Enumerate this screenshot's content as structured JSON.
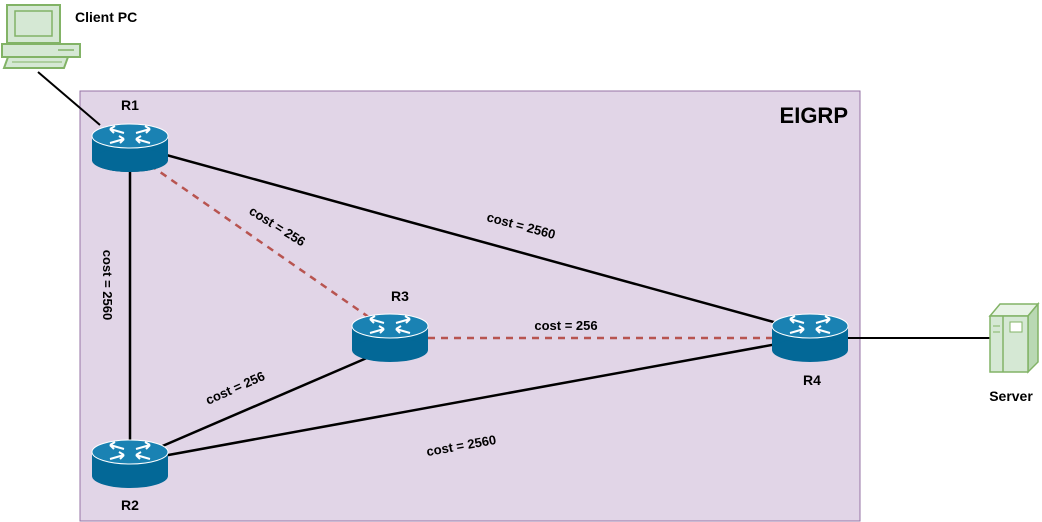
{
  "area": {
    "label": "EIGRP",
    "fill": "#e1d5e7",
    "stroke": "#9673a6"
  },
  "nodes": {
    "client": {
      "label": "Client PC"
    },
    "r1": {
      "label": "R1"
    },
    "r2": {
      "label": "R2"
    },
    "r3": {
      "label": "R3"
    },
    "r4": {
      "label": "R4"
    },
    "server": {
      "label": "Server"
    }
  },
  "links": {
    "r1_r4": {
      "label": "cost = 2560",
      "style": "solid"
    },
    "r1_r2": {
      "label": "cost = 2560",
      "style": "solid"
    },
    "r1_r3": {
      "label": "cost = 256",
      "style": "dashed"
    },
    "r3_r4": {
      "label": "cost = 256",
      "style": "dashed"
    },
    "r2_r3": {
      "label": "cost = 256",
      "style": "solid"
    },
    "r2_r4": {
      "label": "cost = 2560",
      "style": "solid"
    }
  },
  "colors": {
    "router": "#036897",
    "router_dark": "#024a6b",
    "client_pc": "#d5e8d4",
    "client_pc_stroke": "#82b366",
    "server": "#d5e8d4",
    "server_stroke": "#82b366",
    "best_path": "#b85450",
    "link": "#000000"
  },
  "icons": {
    "client": "computer-icon",
    "router": "router-icon",
    "server": "server-icon"
  }
}
